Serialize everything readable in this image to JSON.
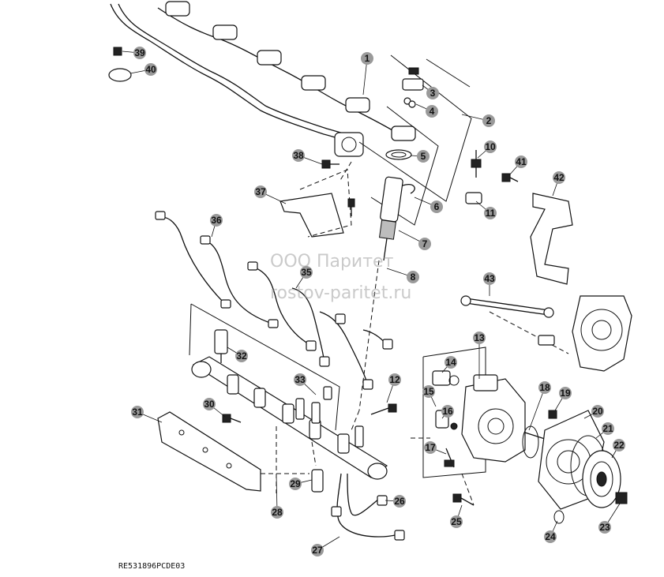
{
  "diagram": {
    "reference_code": "RE531896PCDE03",
    "watermark_lines": [
      "ООО Паритет",
      "rostov-paritet.ru"
    ],
    "callouts": [
      "1",
      "2",
      "3",
      "4",
      "5",
      "6",
      "7",
      "8",
      "10",
      "11",
      "12",
      "13",
      "14",
      "15",
      "16",
      "17",
      "18",
      "19",
      "20",
      "21",
      "22",
      "23",
      "24",
      "25",
      "26",
      "27",
      "28",
      "29",
      "30",
      "31",
      "32",
      "33",
      "35",
      "36",
      "37",
      "38",
      "39",
      "40",
      "41",
      "42",
      "43"
    ]
  }
}
